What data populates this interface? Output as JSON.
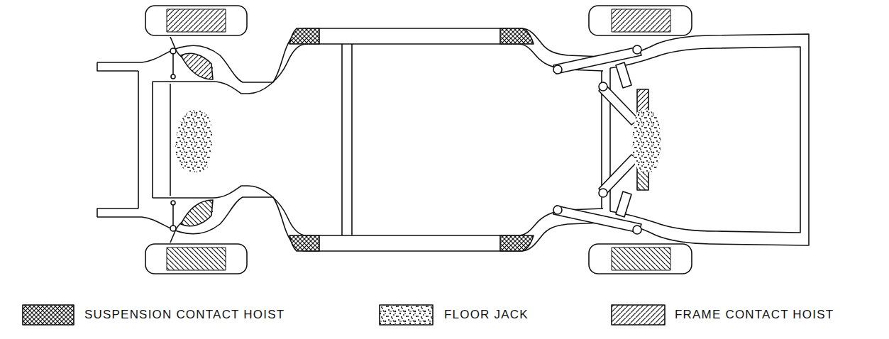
{
  "diagram": {
    "legend": [
      {
        "text": "SUSPENSION CONTACT HOIST"
      },
      {
        "text": "FLOOR JACK"
      },
      {
        "text": "FRAME CONTACT HOIST"
      }
    ]
  }
}
